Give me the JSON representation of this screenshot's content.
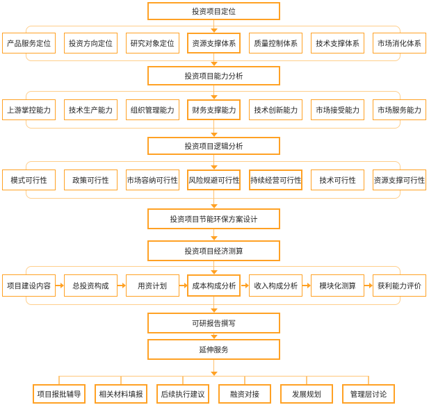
{
  "nodes": {
    "positioning": "投资项目定位",
    "capability": "投资项目能力分析",
    "logic": "投资项目逻辑分析",
    "eco_design": "投资项目节能环保方案设计",
    "economic": "投资项目经济测算",
    "report": "可研报告撰写",
    "extended": "延伸服务"
  },
  "groups": {
    "positioning": [
      "产品服务定位",
      "投资方向定位",
      "研究对象定位",
      "资源支撑体系",
      "质量控制体系",
      "技术支撑体系",
      "市场消化体系"
    ],
    "capability": [
      "上游掌控能力",
      "技术生产能力",
      "组织管理能力",
      "财务支撑能力",
      "技术创新能力",
      "市场接受能力",
      "市场服务能力"
    ],
    "feasibility": [
      "模式可行性",
      "政策可行性",
      "市场容纳可行性",
      "风险规避可行性",
      "持续经营可行性",
      "技术可行性",
      "资源支撑可行性"
    ],
    "economic": [
      "项目建设内容",
      "总投资构成",
      "用资计划",
      "成本构成分析",
      "收入构成分析",
      "模块化测算",
      "获利能力评价"
    ],
    "extended": [
      "项目报批辅导",
      "相关材料填报",
      "后续执行建议",
      "融资对接",
      "发展规划",
      "管理层讨论"
    ]
  },
  "colors": {
    "box_border": "#ffa124",
    "group_border": "#ffce8a",
    "connector_line": "#ffbf6b",
    "arrowhead": "#ffa124",
    "text": "#1f1f1f",
    "background": "#ffffff"
  }
}
